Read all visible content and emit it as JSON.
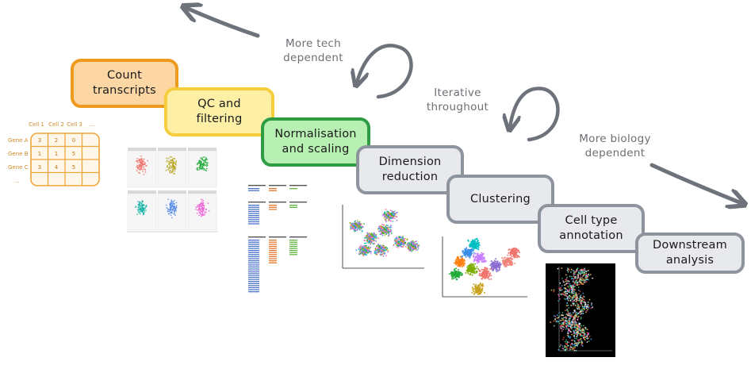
{
  "steps": [
    {
      "id": "count",
      "label": "Count\ntranscripts",
      "bg": "#fcd7a4",
      "border": "#ee9a1e"
    },
    {
      "id": "qc",
      "label": "QC and\nfiltering",
      "bg": "#fdf0a6",
      "border": "#f4ce3c"
    },
    {
      "id": "norm",
      "label": "Normalisation\nand scaling",
      "bg": "#b7f0b2",
      "border": "#2e9c42"
    },
    {
      "id": "dimred",
      "label": "Dimension\nreduction",
      "bg": "#e8e9ec",
      "border": "#8e949d"
    },
    {
      "id": "cluster",
      "label": "Clustering",
      "bg": "#e8e9ec",
      "border": "#8e949d"
    },
    {
      "id": "celltype",
      "label": "Cell type\nannotation",
      "bg": "#e8e9ec",
      "border": "#8e949d"
    },
    {
      "id": "downstream",
      "label": "Downstream\nanalysis",
      "bg": "#e8e9ec",
      "border": "#8e949d"
    }
  ],
  "notes": {
    "tech": "More tech\ndependent",
    "iterative": "Iterative\nthroughout",
    "biology": "More biology\ndependent"
  },
  "matrix": {
    "columns": [
      "Cell 1",
      "Cell 2",
      "Cell 3",
      "..."
    ],
    "rows": [
      {
        "label": "Gene A",
        "values": [
          "3",
          "2",
          "0",
          ""
        ]
      },
      {
        "label": "Gene B",
        "values": [
          "1",
          "1",
          "5",
          ""
        ]
      },
      {
        "label": "Gene C",
        "values": [
          "3",
          "4",
          "5",
          ""
        ]
      },
      {
        "label": "...",
        "values": [
          "",
          "",
          "",
          ""
        ]
      }
    ]
  },
  "colors": {
    "arrow": "#6d727b",
    "matrix": "#efa53a",
    "scatter": [
      "#f0736a",
      "#b5a31e",
      "#23ab3c",
      "#1bb5a8",
      "#5d8ee8",
      "#ee62d6"
    ]
  }
}
